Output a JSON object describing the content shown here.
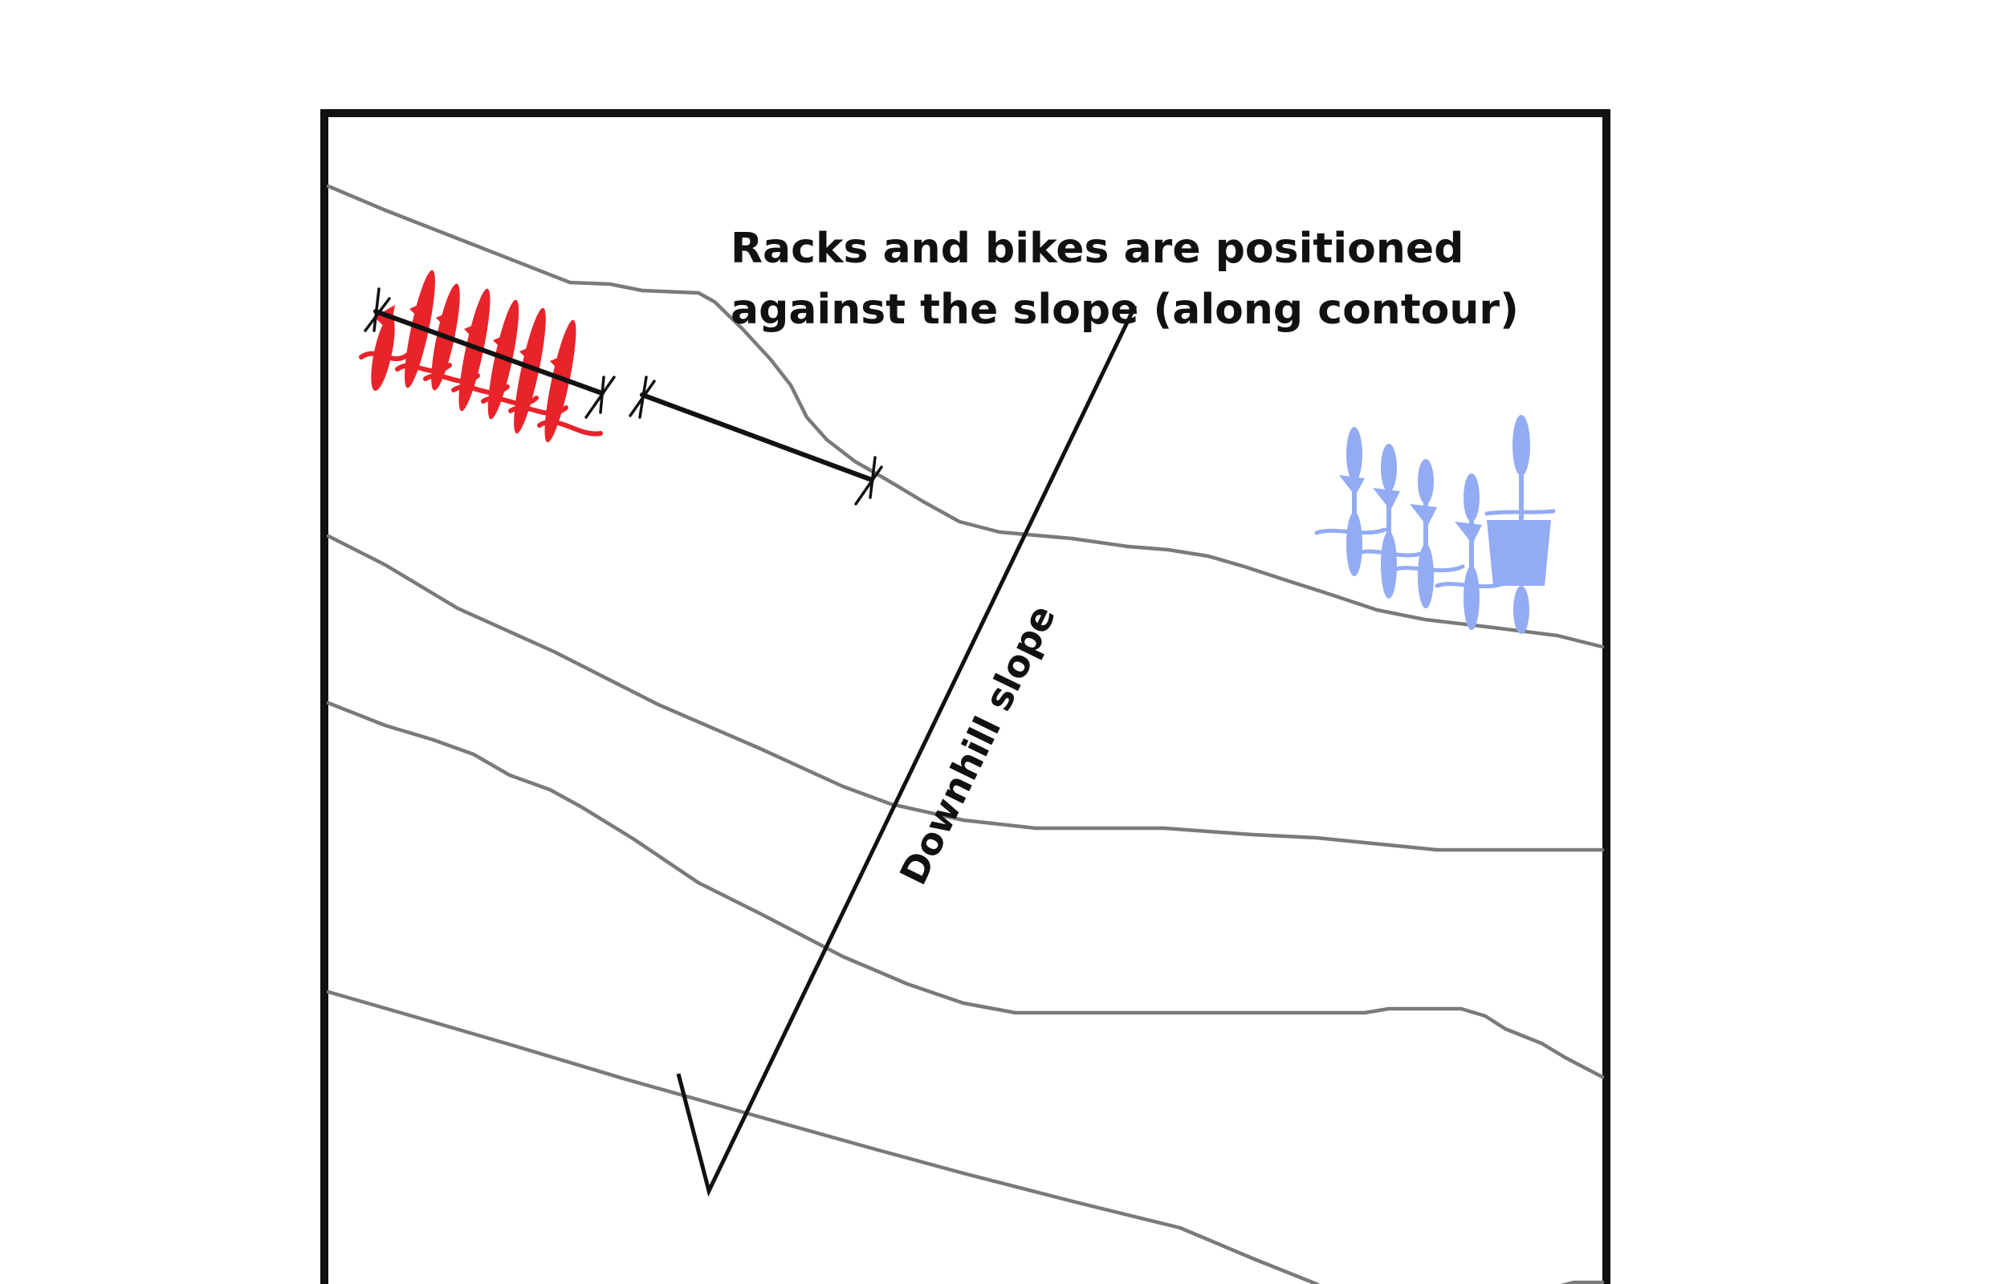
{
  "annotation": {
    "line1": "Racks and bikes are positioned",
    "line2": "against the slope (along contour)"
  },
  "arrow_label": "Downhill slope",
  "colors": {
    "frame": "#111111",
    "contour": "#7a7a7a",
    "bikes_correct": "#e8232a",
    "bikes_alternate": "#93abf2",
    "rack": "#111111"
  },
  "icons": {
    "red_bikes": "bicycle-icon",
    "blue_bikes": "bicycle-icon"
  }
}
